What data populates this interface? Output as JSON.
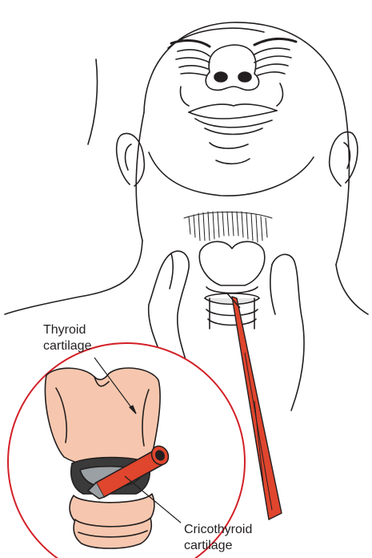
{
  "labels": {
    "thyroid_line1": "Thyroid",
    "thyroid_line2": "cartilage",
    "crico_line1": "Cricothyroid",
    "crico_line2": "cartilage"
  },
  "colors": {
    "inset_border": "#d32027",
    "scalpel": "#e0452d",
    "cartilage": "#f6c7ae",
    "line": "#231f20"
  }
}
